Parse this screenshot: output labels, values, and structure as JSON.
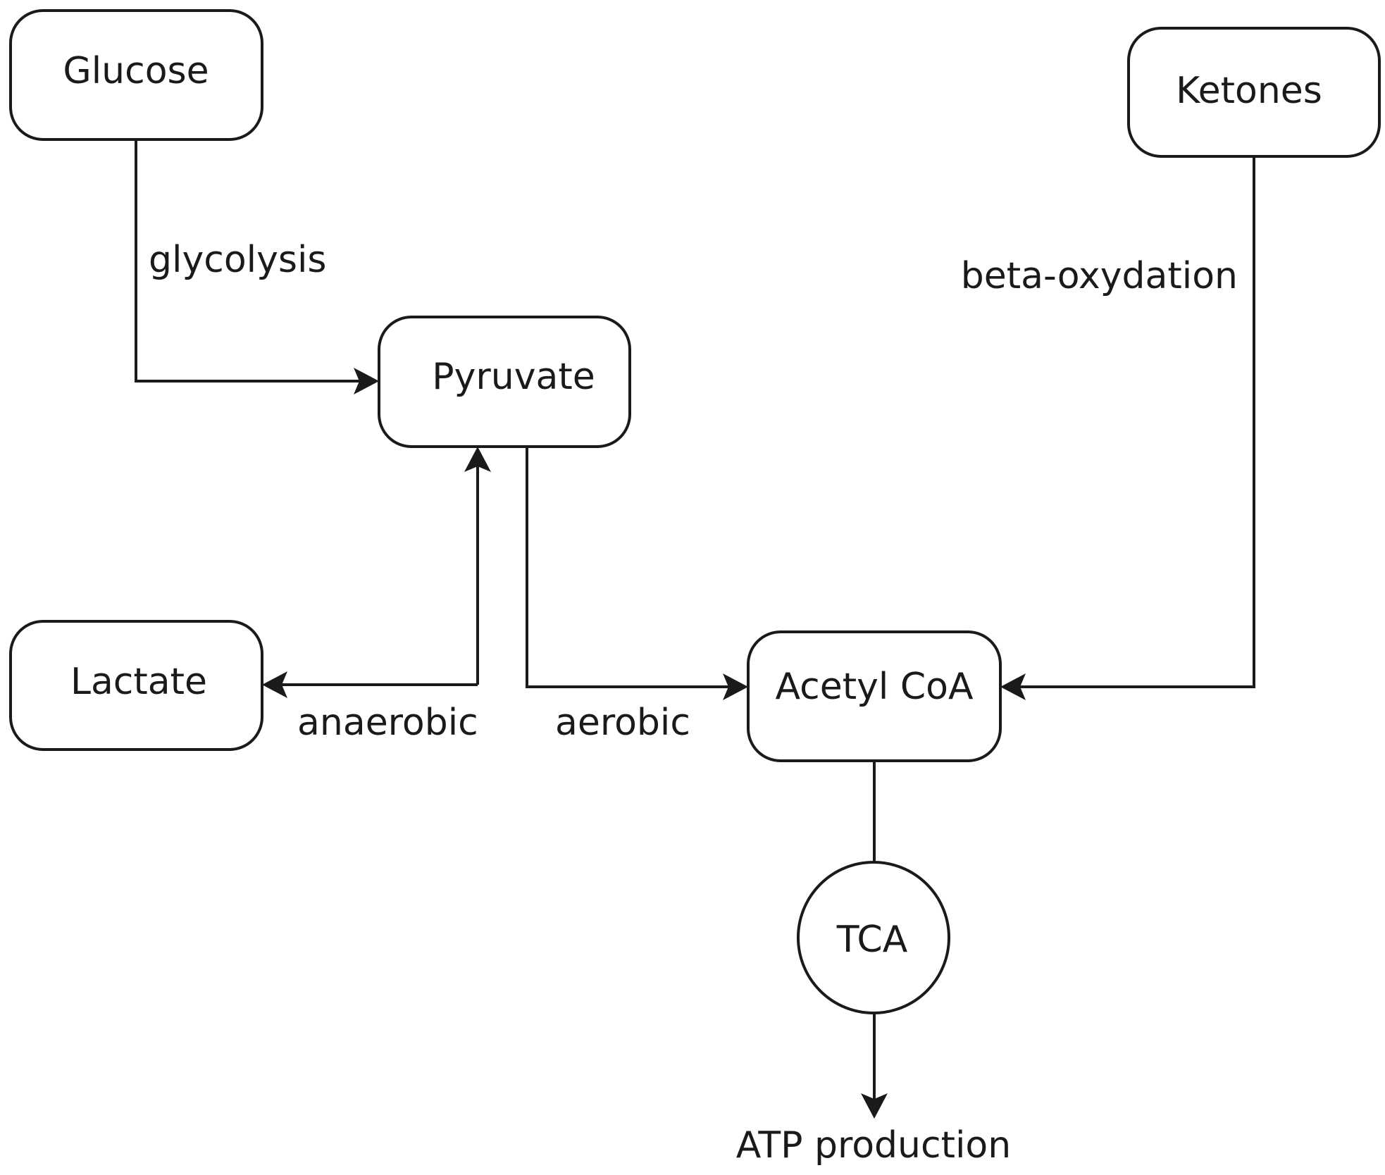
{
  "nodes": {
    "glucose": "Glucose",
    "ketones": "Ketones",
    "pyruvate": "Pyruvate",
    "lactate": "Lactate",
    "acetyl_coa": "Acetyl CoA",
    "tca": "TCA",
    "atp": "ATP production"
  },
  "edges": {
    "glycolysis": "glycolysis",
    "beta_oxydation": "beta-oxydation",
    "anaerobic": "anaerobic",
    "aerobic": "aerobic"
  },
  "colors": {
    "stroke": "#1a1a1a",
    "fill": "#ffffff"
  }
}
